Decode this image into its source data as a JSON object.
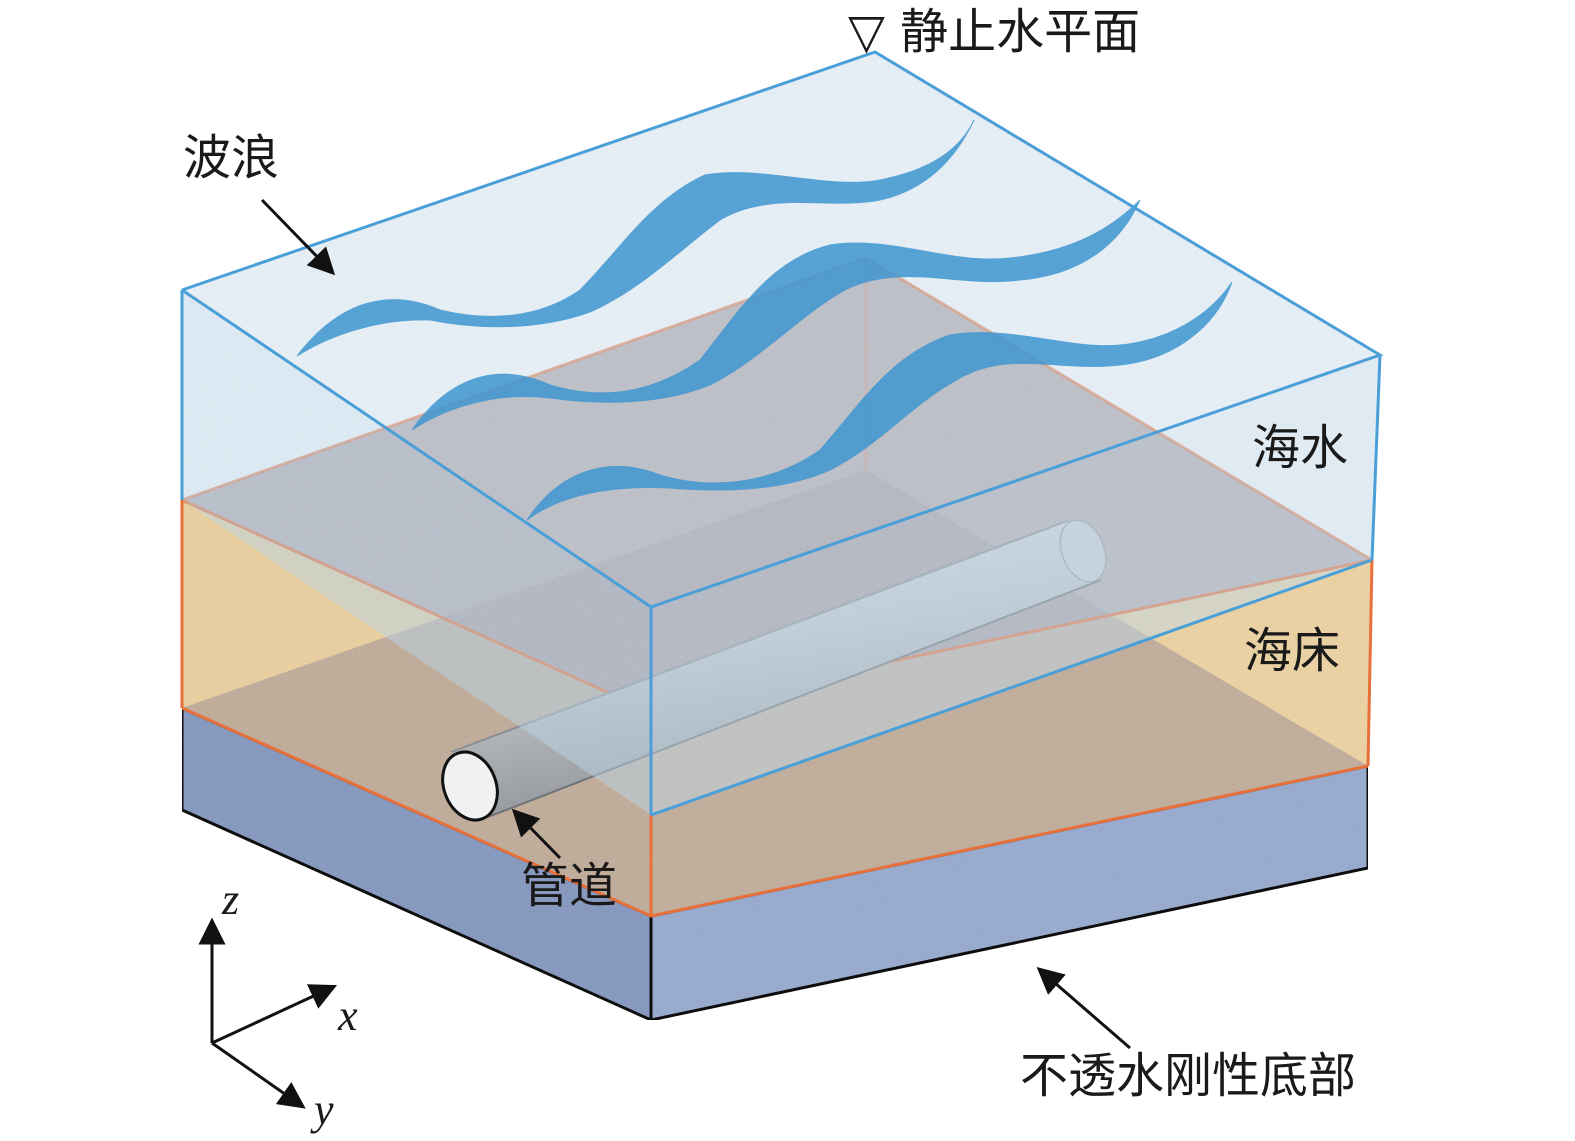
{
  "labels": {
    "still_water": "▽ 静止水平面",
    "wave": "波浪",
    "seawater": "海水",
    "seabed": "海床",
    "pipeline": "管道",
    "rigid_bottom": "不透水刚性底部"
  },
  "axes": {
    "z": "z",
    "x": "x",
    "y": "y"
  },
  "colors": {
    "water_edge": "#4a9fd8",
    "wave_fill": "#3f96d0",
    "seabed_edge": "#e8703a",
    "seabed_fill": "#f1d6a3",
    "seabed_top": "#a89aa2",
    "bottom_fill": "#9fb2d6",
    "pipe": "#c4c8cc"
  }
}
